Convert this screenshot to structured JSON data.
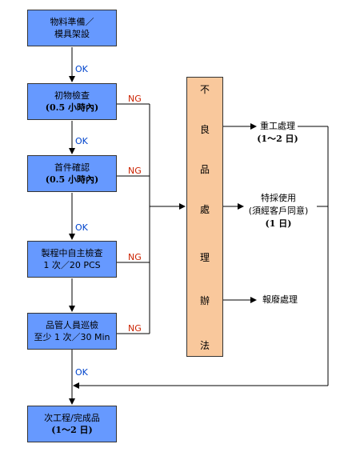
{
  "process": {
    "box1": {
      "line1": "物料準備／",
      "line2": "模具架設"
    },
    "box2": {
      "line1": "初物檢查",
      "line2": "(0.5 小時內)"
    },
    "box3": {
      "line1": "首件確認",
      "line2": "(0.5 小時內)"
    },
    "box4": {
      "line1": "製程中自主檢查",
      "line2": "1 次／20 PCS"
    },
    "box5": {
      "line1": "品管人員巡檢",
      "line2": "至少 1 次／30 Min"
    },
    "box6": {
      "line1": "次工程/完成品",
      "line2": "(1～2 日)"
    }
  },
  "labels": {
    "ok": "OK",
    "ng": "NG"
  },
  "defect_method": [
    "不",
    "良",
    "品",
    "處",
    "理",
    "辦",
    "法"
  ],
  "outcomes": {
    "rework": {
      "line1": "重工處理",
      "line2": "(1～2 日)"
    },
    "special": {
      "line1": "特採使用",
      "line2": "(須經客戶同意)",
      "line3": "(1 日)"
    },
    "scrap": {
      "line1": "報廢處理"
    }
  },
  "colors": {
    "process_box": "#6699ff",
    "method_box": "#f9c89c",
    "ok_text": "#0044cc",
    "ng_text": "#cc2200"
  }
}
